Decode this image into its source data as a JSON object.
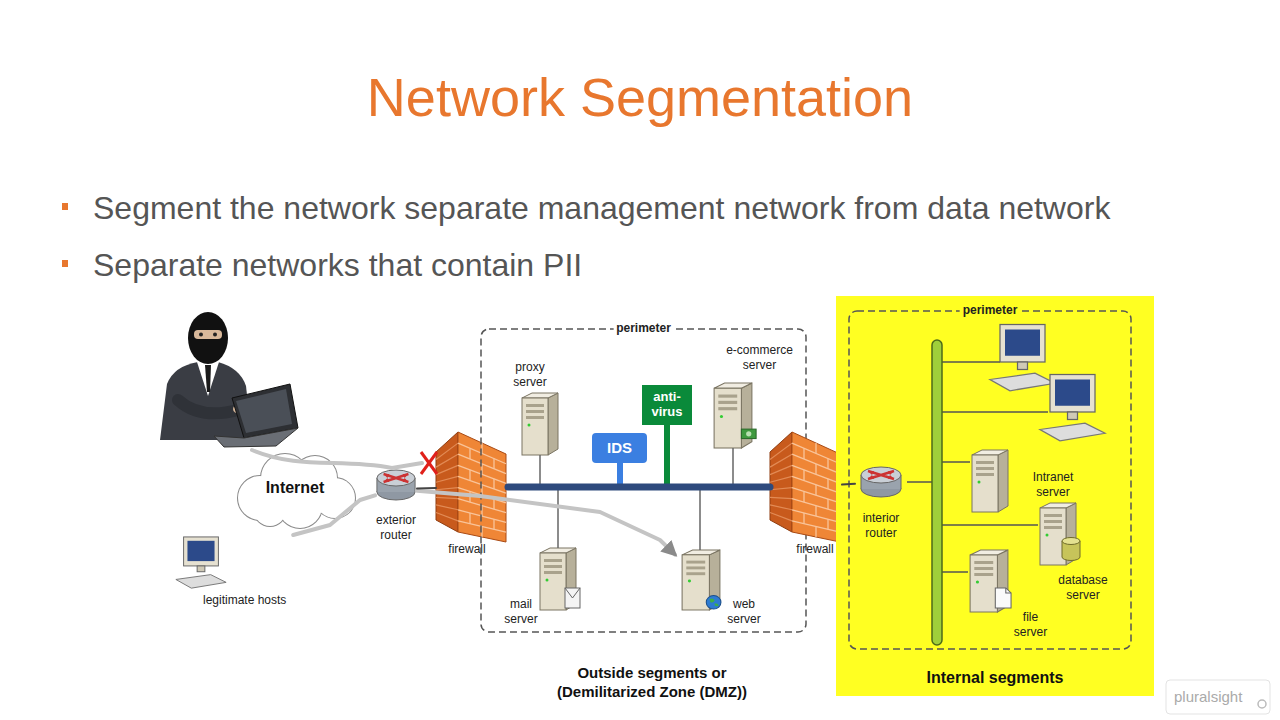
{
  "diagram": {
    "title": "Network Segmentation",
    "nodes": [
      {
        "text": [
          "Internet"
        ]
      },
      {
        "text": [
          "legitimate hosts"
        ]
      },
      {
        "text": [
          "exterior router"
        ]
      },
      {
        "text": [
          "firewall"
        ]
      },
      {
        "text": [
          "perimeter"
        ]
      },
      {
        "text": [
          "proxy server"
        ],
        "in": 4
      },
      {
        "text": [
          "anti-virus"
        ],
        "in": 4
      },
      {
        "text": [
          "IDS"
        ],
        "in": 4
      },
      {
        "text": [
          "e-commerce server"
        ],
        "in": 4
      },
      {
        "text": [
          "mail server"
        ],
        "in": 4
      },
      {
        "text": [
          "web server"
        ],
        "in": 4
      },
      {
        "text": [
          "firewall"
        ]
      },
      {
        "text": [
          "Internal segments"
        ]
      },
      {
        "text": [
          "perimeter"
        ],
        "in": 12
      },
      {
        "text": [
          "interior router"
        ],
        "in": 13
      },
      {
        "text": [
          "Intranet server"
        ],
        "in": 13
      },
      {
        "text": [
          "database server"
        ],
        "in": 13
      },
      {
        "text": [
          "file server"
        ],
        "in": 13
      }
    ],
    "edges": [
      {
        "from": 1,
        "to": 2,
        "arrow": "none"
      },
      {
        "from": 2,
        "to": 10,
        "arrow": "to"
      },
      {
        "from": 2,
        "to": 3,
        "arrow": "none"
      },
      {
        "from": 3,
        "to": 11,
        "arrow": "none"
      },
      {
        "from": 11,
        "to": 14,
        "arrow": "none"
      }
    ],
    "labels": [
      "Segment the network separate management network from data network",
      "Separate networks that contain PII",
      "Outside segments or (Demilitarized Zone (DMZ))",
      "pluralsight"
    ]
  }
}
